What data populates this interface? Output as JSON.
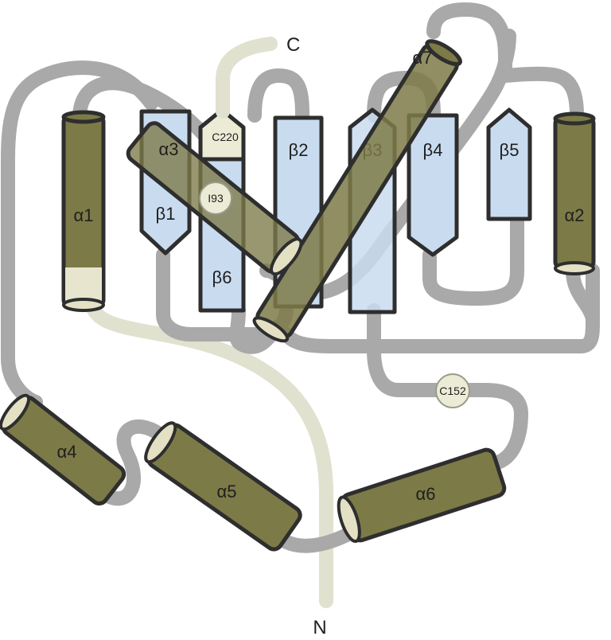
{
  "termini": {
    "n": "N",
    "c": "C"
  },
  "helices": {
    "a1": "α1",
    "a2": "α2",
    "a3": "α3",
    "a4": "α4",
    "a5": "α5",
    "a6": "α6",
    "a7": "α7"
  },
  "strands": {
    "b1": "β1",
    "b2": "β2",
    "b3": "β3",
    "b4": "β4",
    "b5": "β5",
    "b6": "β6"
  },
  "residues": {
    "c220": "C220",
    "i93": "I93",
    "c152": "C152"
  },
  "colors": {
    "helix": "#7c7a47",
    "strand": "#c9dcef",
    "loop": "#a9a9a9",
    "n_terminal_loop": "#e1e1cf",
    "outline": "#2e2e2e"
  }
}
